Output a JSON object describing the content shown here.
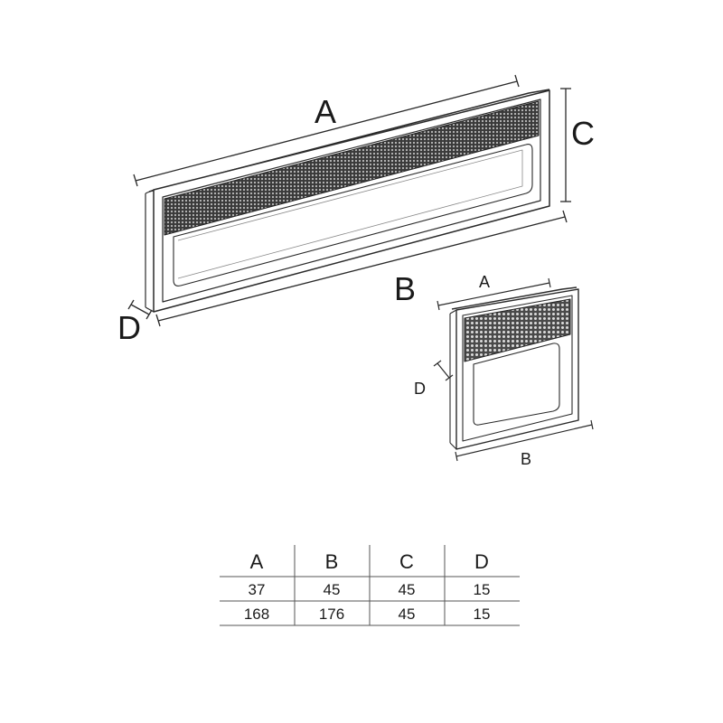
{
  "large_view": {
    "labels": {
      "a": "A",
      "b": "B",
      "c": "C",
      "d": "D"
    }
  },
  "small_view": {
    "labels": {
      "a": "A",
      "b": "B",
      "d": "D"
    }
  },
  "dimension_table": {
    "headers": [
      "A",
      "B",
      "C",
      "D"
    ],
    "rows": [
      [
        "37",
        "45",
        "45",
        "15"
      ],
      [
        "168",
        "176",
        "45",
        "15"
      ]
    ]
  }
}
